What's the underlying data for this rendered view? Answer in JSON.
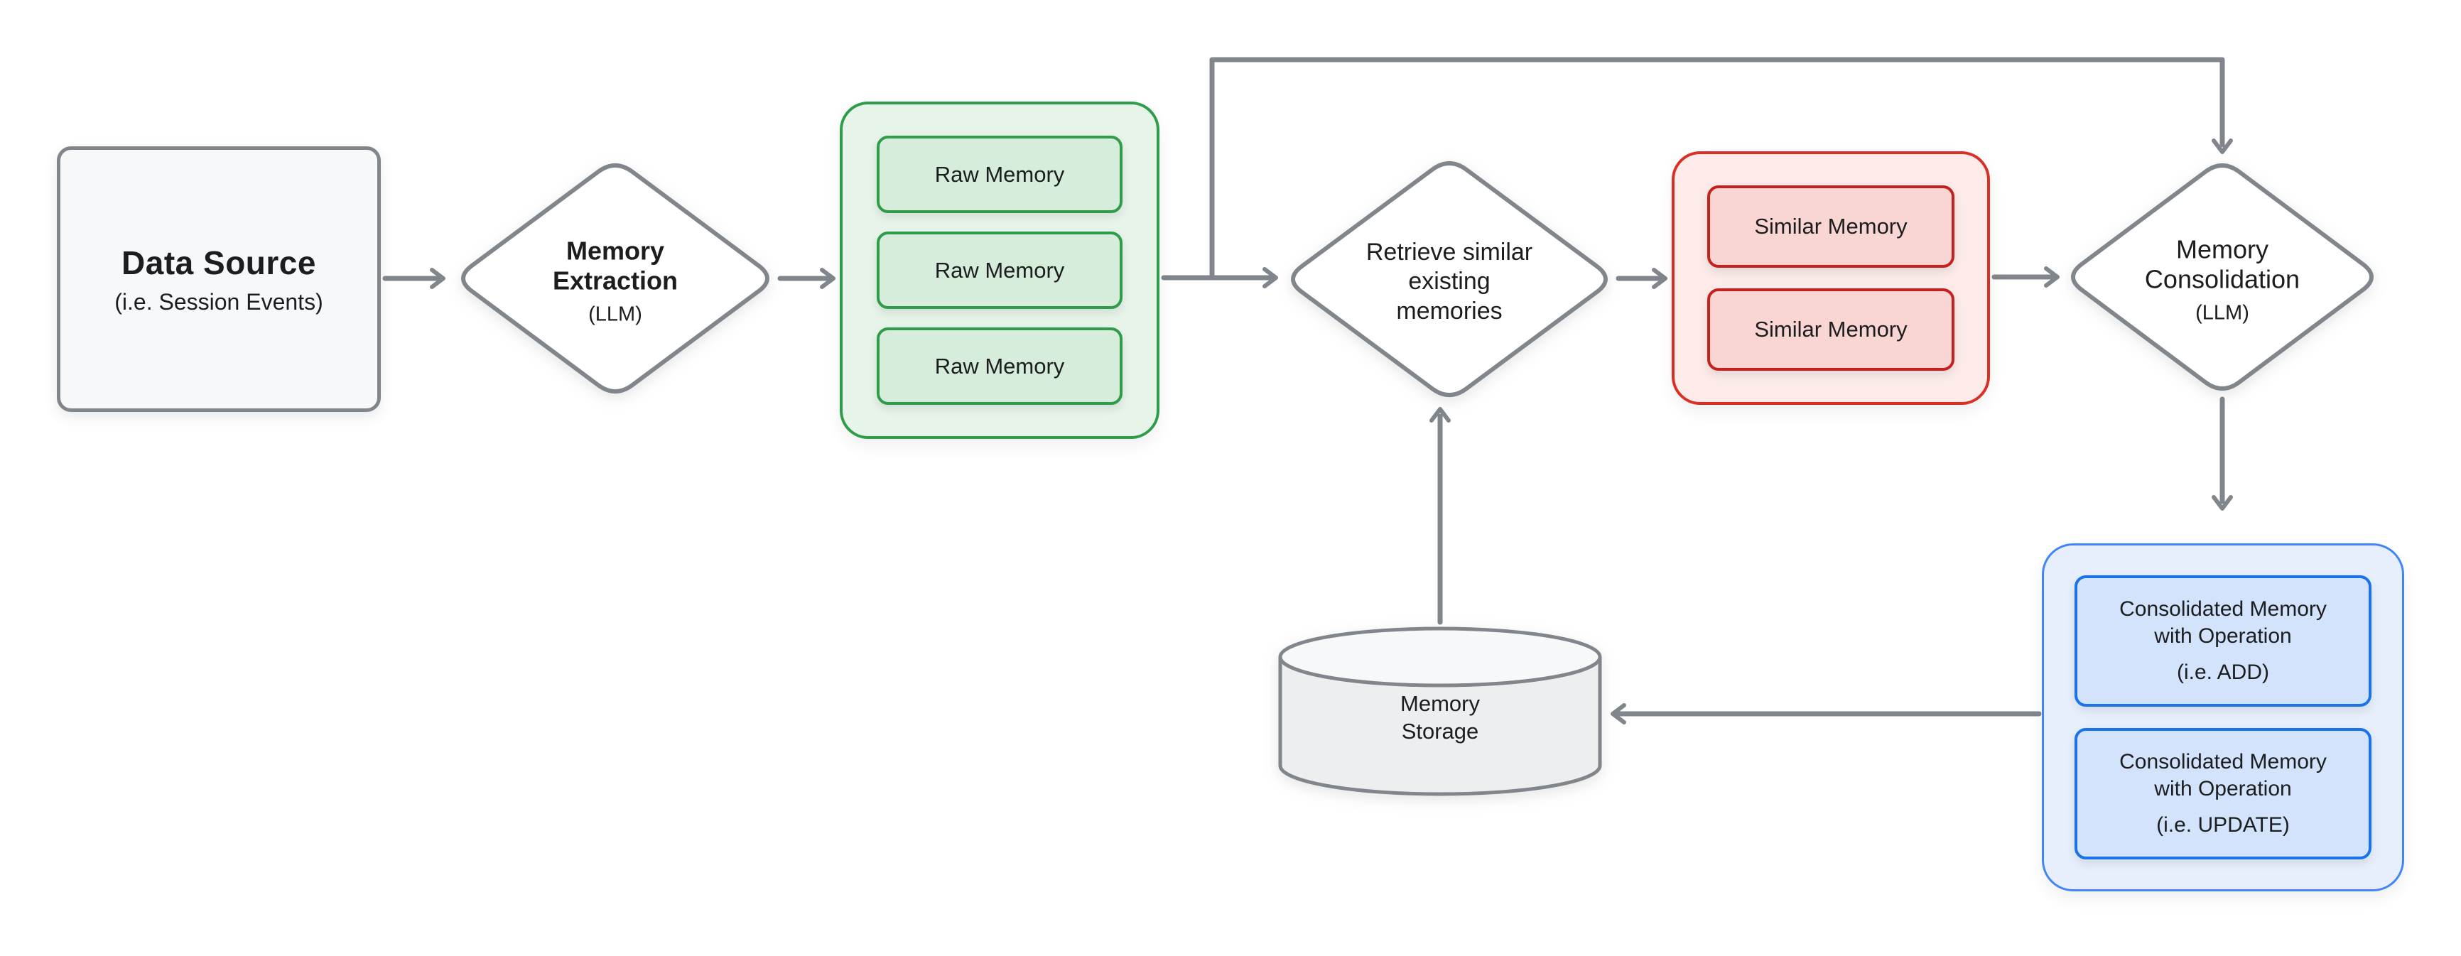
{
  "diagram_type": "flowchart",
  "colors": {
    "connector": "#80868b",
    "gray_border": "#80868b",
    "gray_fill": "#f7f8f9",
    "green_border": "#2f9c49",
    "green_fill": "#e7f4ea",
    "green_item_fill": "#d6eddb",
    "red_border": "#d93025",
    "red_fill": "#fcebe9",
    "red_item_fill": "#f9d6d3",
    "blue_border": "#1a73e8",
    "blue_fill": "#e7effd",
    "blue_item_fill": "#d3e3fc",
    "cylinder_fill": "#eceef0",
    "text": "#1b1d1f"
  },
  "nodes": {
    "data_source": {
      "title": "Data Source",
      "subtitle": "(i.e. Session Events)"
    },
    "memory_extraction": {
      "lines": [
        "Memory",
        "Extraction"
      ],
      "subtitle": "(LLM)"
    },
    "raw_memory_group": {
      "items": [
        "Raw Memory",
        "Raw Memory",
        "Raw Memory"
      ]
    },
    "retrieve_similar": {
      "lines": [
        "Retrieve similar",
        "existing",
        "memories"
      ]
    },
    "similar_memory_group": {
      "items": [
        "Similar Memory",
        "Similar Memory"
      ]
    },
    "memory_consolidation": {
      "lines": [
        "Memory",
        "Consolidation"
      ],
      "subtitle": "(LLM)"
    },
    "consolidated_memory_group": {
      "items": [
        {
          "lines": [
            "Consolidated Memory",
            "with Operation"
          ],
          "subtitle": "(i.e. ADD)"
        },
        {
          "lines": [
            "Consolidated Memory",
            "with Operation"
          ],
          "subtitle": "(i.e. UPDATE)"
        }
      ]
    },
    "memory_storage": {
      "lines": [
        "Memory",
        "Storage"
      ]
    }
  },
  "edges": [
    {
      "from": "data-source",
      "to": "memory-extraction"
    },
    {
      "from": "memory-extraction",
      "to": "raw-memory-group"
    },
    {
      "from": "raw-memory-group",
      "to": "retrieve-similar"
    },
    {
      "from": "raw-memory-group",
      "to": "memory-consolidation",
      "note": "top feedback line"
    },
    {
      "from": "retrieve-similar",
      "to": "similar-memory-group"
    },
    {
      "from": "similar-memory-group",
      "to": "memory-consolidation"
    },
    {
      "from": "memory-consolidation",
      "to": "consolidated-memory-group"
    },
    {
      "from": "consolidated-memory-group",
      "to": "memory-storage"
    },
    {
      "from": "memory-storage",
      "to": "retrieve-similar"
    }
  ]
}
